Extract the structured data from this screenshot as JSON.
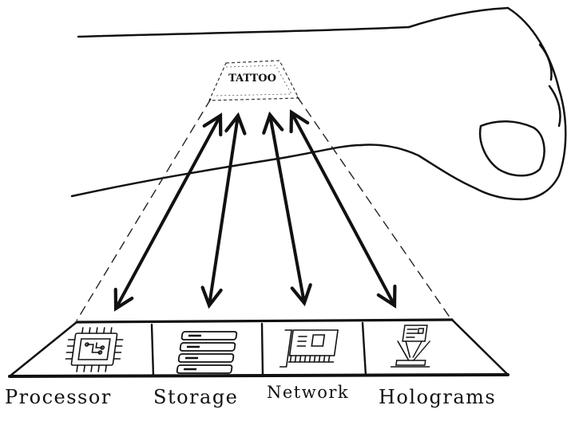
{
  "tattoo": {
    "label": "TATTOO"
  },
  "components": [
    {
      "label": "Processor",
      "icon": "processor-chip-icon"
    },
    {
      "label": "Storage",
      "icon": "server-storage-icon"
    },
    {
      "label": "Network",
      "icon": "network-card-icon"
    },
    {
      "label": "Holograms",
      "icon": "hologram-projector-icon"
    }
  ],
  "colors": {
    "ink": "#111111",
    "background": "#ffffff"
  }
}
